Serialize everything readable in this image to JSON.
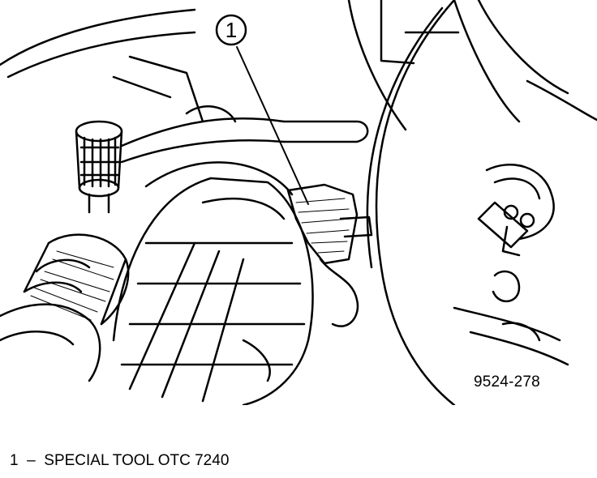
{
  "callout": {
    "number": "1"
  },
  "figure_id": "9524-278",
  "legend": [
    {
      "number": "1",
      "separator": "–",
      "text": "SPECIAL TOOL OTC 7240"
    }
  ]
}
